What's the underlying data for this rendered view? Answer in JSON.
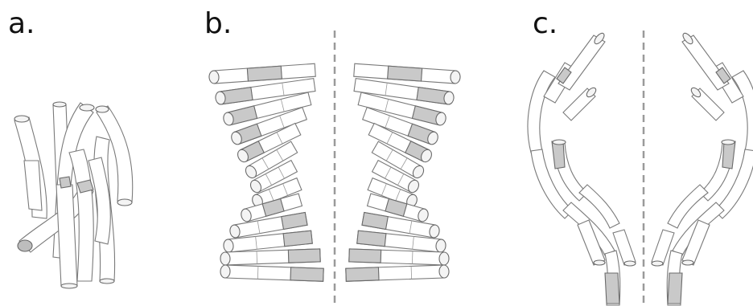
{
  "panels": [
    {
      "id": "a",
      "label": "a."
    },
    {
      "id": "b",
      "label": "b."
    },
    {
      "id": "c",
      "label": "c."
    }
  ],
  "colors": {
    "tube_fill": "#ffffff",
    "tube_outline": "#7a7a7a",
    "tube_shaded": "#c9c9c9",
    "mirror_line": "#9a9a9a"
  }
}
